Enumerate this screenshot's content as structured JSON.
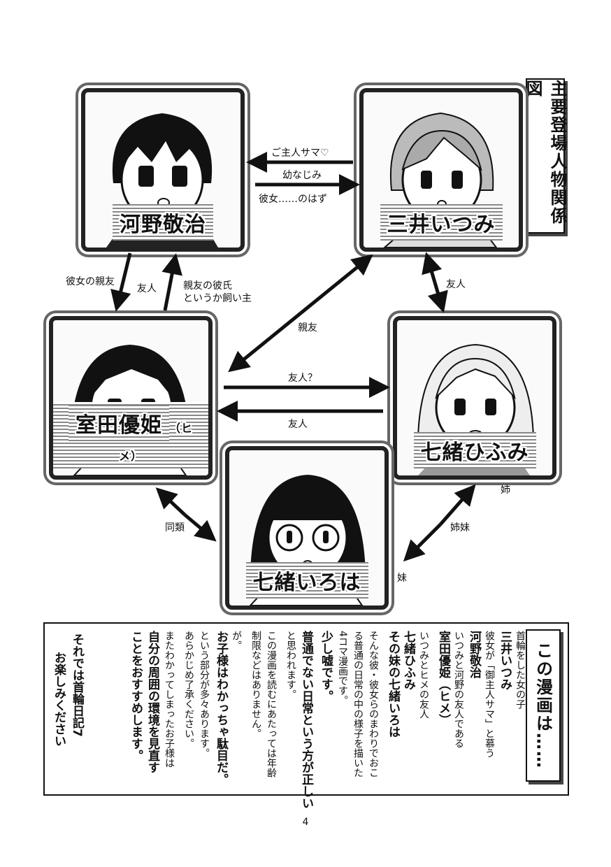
{
  "diagram_title": "主要登場人物関係図",
  "characters": {
    "kono": "河野敬治",
    "mitsui": "三井いつみ",
    "murota": "室田優姫",
    "murota_suffix": "（ヒメ）",
    "hifumi": "七緒ひふみ",
    "iroha": "七緒いろは"
  },
  "relations": {
    "goshujin": "ご主人サマ♡",
    "osananajimi": "幼なじみ",
    "kanojo": "彼女……のはず",
    "kanojo_no_shinyu": "彼女の親友",
    "yujin_a": "友人",
    "shinyu_kareshi_1": "親友の彼氏",
    "shinyu_kareshi_2": "というか飼い主",
    "shinyu": "親友",
    "yujin_b": "友人",
    "yujin_q": "友人？",
    "yujin_c": "友人",
    "dorui": "同類",
    "shimai": "姉妹",
    "ane": "姉",
    "imoto": "妹"
  },
  "intro": {
    "heading": "この漫画は……",
    "lines": [
      "首輪をした女の子",
      "三井いつみ",
      "彼女が「御主人サマ」と慕う",
      "河野敬治",
      "いつみと河野の友人である",
      "室田優姫（ヒメ）",
      "いつみとヒメの友人",
      "七緒ひふみ",
      "その妹の七緒いろは",
      "そんな彼・彼女らのまわりでおこ",
      "る普通の日常の中の様子を描いた",
      "4コマ漫画です。",
      "少し嘘です。",
      "普通でない日常という方が正しい",
      "と思われます。",
      "この漫画を読むにあたっては年齢",
      "制限などはありません。",
      "が。",
      "お子様はわかっちゃ駄目だ。",
      "という部分が多々あります。",
      "あらかじめ了承ください。",
      "またわかってしまったお子様は",
      "自分の周囲の環境を見直す",
      "ことをおすすめします。",
      "それでは首輪日記7",
      "お楽しみください"
    ]
  },
  "page_number": "4"
}
